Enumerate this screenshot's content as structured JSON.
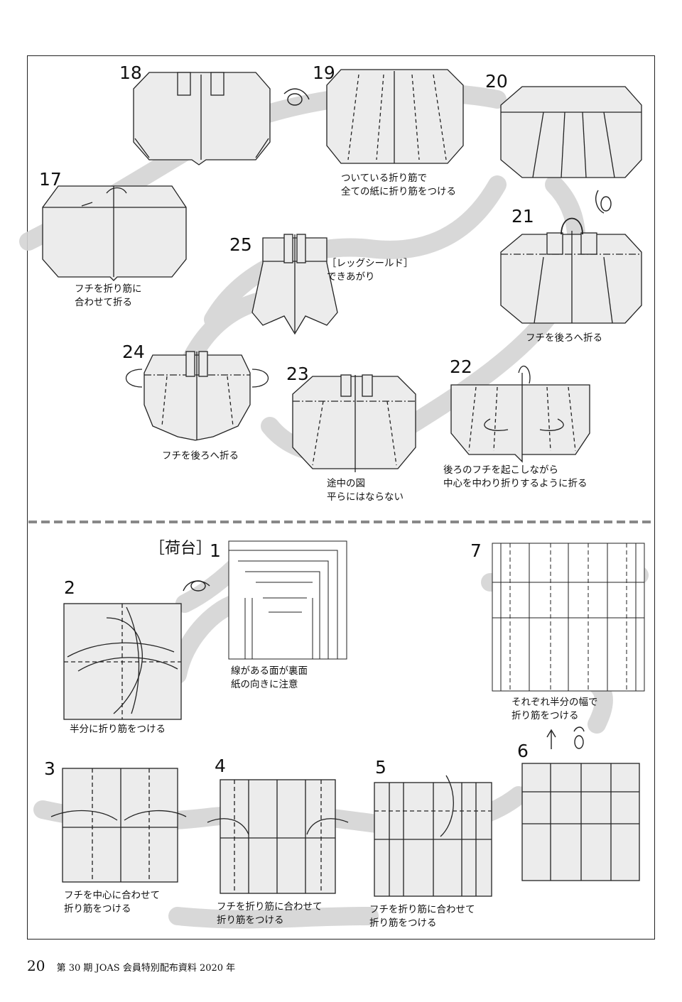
{
  "steps": {
    "s17": "17",
    "s18": "18",
    "s19": "19",
    "s20": "20",
    "s21": "21",
    "s22": "22",
    "s23": "23",
    "s24": "24",
    "s25": "25",
    "b1": "1",
    "b2": "2",
    "b3": "3",
    "b4": "4",
    "b5": "5",
    "b6": "6",
    "b7": "7"
  },
  "captions": {
    "c17": "フチを折り筋に\n合わせて折る",
    "c19": "ついている折り筋で\n全ての紙に折り筋をつける",
    "c21": "フチを後ろへ折る",
    "c22": "後ろのフチを起こしながら\n中心を中わり折りするように折る",
    "c23": "途中の図\n平らにはならない",
    "c24": "フチを後ろへ折る",
    "c25": "［レッグシールド］\nできあがり",
    "b1": "線がある面が裏面\n紙の向きに注意",
    "b2": "半分に折り筋をつける",
    "b3": "フチを中心に合わせて\n折り筋をつける",
    "b4": "フチを折り筋に合わせて\n折り筋をつける",
    "b5": "フチを折り筋に合わせて\n折り筋をつける",
    "b7": "それぞれ半分の幅で\n折り筋をつける"
  },
  "section_title": "［荷台］",
  "footer": {
    "page": "20",
    "text": "第 30 期 JOAS 会員特別配布資料 2020 年"
  },
  "colors": {
    "paper": "#ececec",
    "path": "#d4d4d4",
    "ink": "#111111"
  }
}
